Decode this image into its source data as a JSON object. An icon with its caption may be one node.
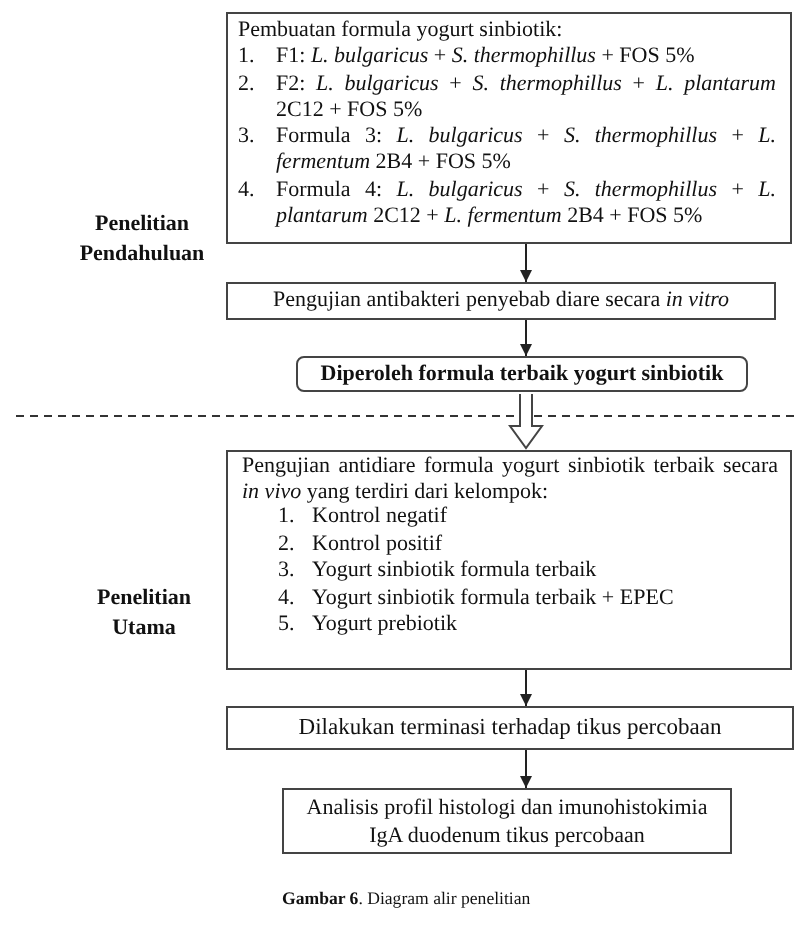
{
  "diagram": {
    "nodes": [
      {
        "text": [
          "Pembuatan formula yogurt sinbiotik:",
          "1. F1: *L. bulgaricus* + *S. thermophillus* + FOS 5%",
          "2. F2: *L. bulgaricus* + *S. thermophillus* + *L. plantarum* 2C12 + FOS 5%",
          "3. Formula 3: *L. bulgaricus* + *S. thermophillus* + *L. fermentum* 2B4 + FOS 5%",
          "4. Formula 4: *L. bulgaricus* + *S. thermophillus* + *L. plantarum* 2C12 + *L. fermentum* 2B4 + FOS 5%"
        ]
      },
      {
        "text": [
          "Pengujian antibakteri penyebab diare secara *in vitro*"
        ]
      },
      {
        "text": [
          "Diperoleh formula terbaik yogurt sinbiotik"
        ]
      },
      {
        "text": [
          "Pengujian antidiare formula yogurt sinbiotik terbaik secara *in vivo* yang terdiri dari kelompok:",
          "1. Kontrol negatif",
          "2. Kontrol positif",
          "3. Yogurt sinbiotik formula terbaik",
          "4. Yogurt sinbiotik formula terbaik + EPEC",
          "5. Yogurt prebiotik"
        ]
      },
      {
        "text": [
          "Dilakukan terminasi terhadap tikus percobaan"
        ]
      },
      {
        "text": [
          "Analisis profil histologi dan imunohistokimia IgA duodenum tikus percobaan"
        ]
      }
    ],
    "edges": [
      {
        "from": 0,
        "to": 1,
        "arrow": "to"
      },
      {
        "from": 1,
        "to": 2,
        "arrow": "to"
      },
      {
        "from": 2,
        "to": 3,
        "arrow": "to",
        "style": "thick"
      },
      {
        "from": 3,
        "to": 4,
        "arrow": "to"
      },
      {
        "from": 4,
        "to": 5,
        "arrow": "to"
      }
    ],
    "labels": [
      "Penelitian Pendahuluan",
      "Penelitian Utama"
    ],
    "caption": "**Gambar 6**. Diagram alir penelitian"
  }
}
